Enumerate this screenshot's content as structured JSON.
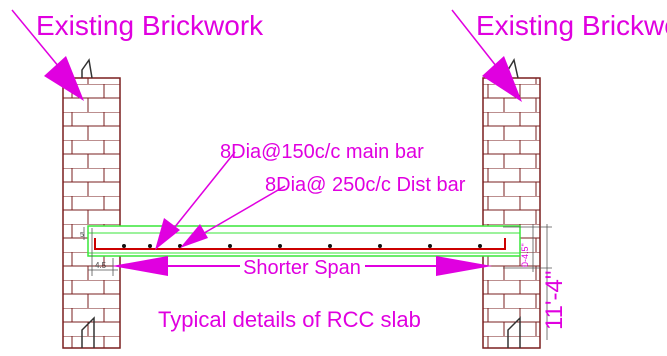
{
  "labels": {
    "left_wall": "Existing Brickwork",
    "right_wall": "Existing Brickwork",
    "main_bar": "8Dia@150c/c  main bar",
    "dist_bar": "8Dia@ 250c/c Dist bar",
    "span": "Shorter Span",
    "caption": "Typical details of RCC slab",
    "bearing": "4.5",
    "thickness": "5",
    "dim_small": "0-4.5\"",
    "dim_height": "11'-4\""
  },
  "colors": {
    "accent": "#e000e0",
    "outline": "#39e639",
    "rebar": "#cc0000",
    "brick": "#7a1f1f",
    "dimension": "#555555"
  }
}
